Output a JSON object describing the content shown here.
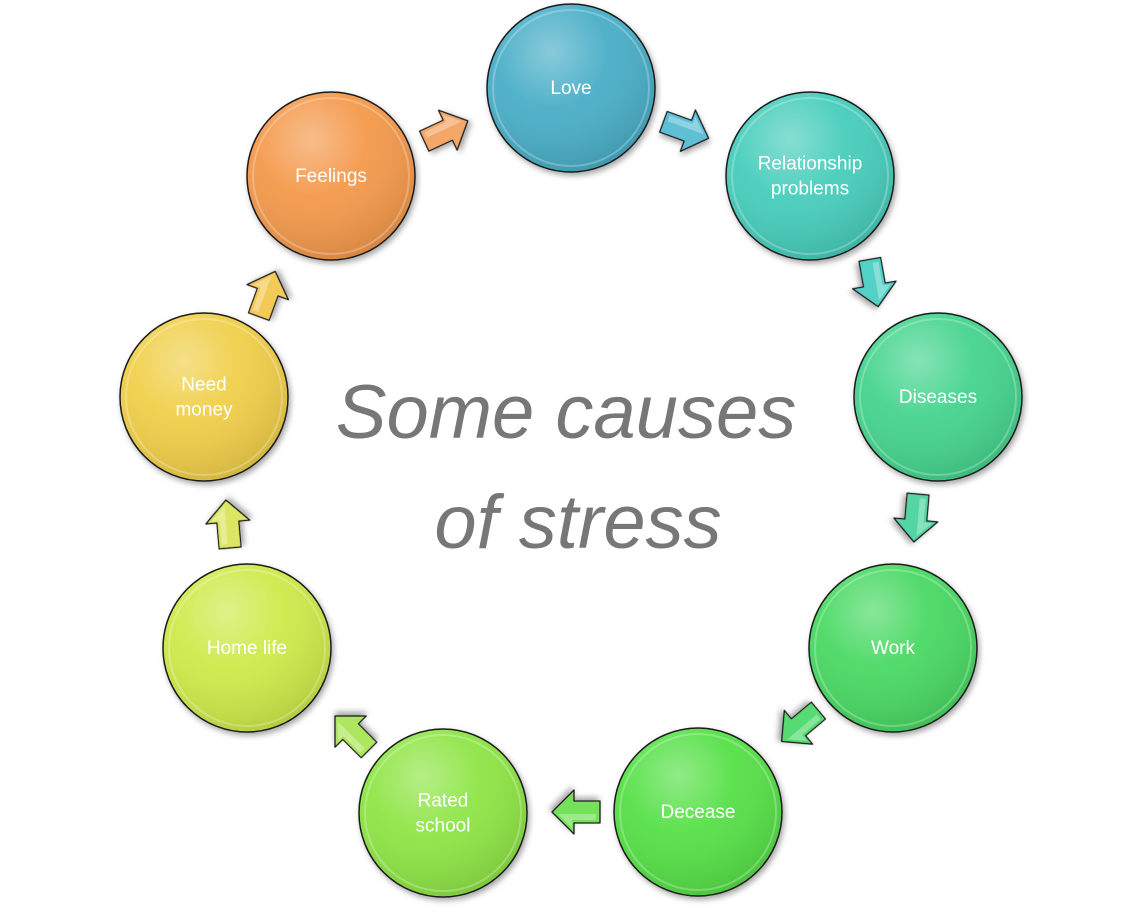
{
  "title": {
    "line1": "Some causes",
    "line2": "of stress"
  },
  "nodes": [
    {
      "lines": [
        "Love"
      ],
      "color": "#4aaec7"
    },
    {
      "lines": [
        "Relationship",
        "problems"
      ],
      "color": "#46cdbb"
    },
    {
      "lines": [
        "Diseases"
      ],
      "color": "#45d48e"
    },
    {
      "lines": [
        "Work"
      ],
      "color": "#48d964"
    },
    {
      "lines": [
        "Decease"
      ],
      "color": "#57e046"
    },
    {
      "lines": [
        "Rated",
        "school"
      ],
      "color": "#8ee545"
    },
    {
      "lines": [
        "Home life"
      ],
      "color": "#cdea4a"
    },
    {
      "lines": [
        "Need",
        "money"
      ],
      "color": "#f0cf48"
    },
    {
      "lines": [
        "Feelings"
      ],
      "color": "#f4994c"
    }
  ],
  "arrows": [
    {
      "color": "#5ebfd5"
    },
    {
      "color": "#52d1c6"
    },
    {
      "color": "#53d5a4"
    },
    {
      "color": "#58da72"
    },
    {
      "color": "#74e05a"
    },
    {
      "color": "#aee660"
    },
    {
      "color": "#dde662"
    },
    {
      "color": "#f2ca58"
    },
    {
      "color": "#f4a768"
    }
  ]
}
